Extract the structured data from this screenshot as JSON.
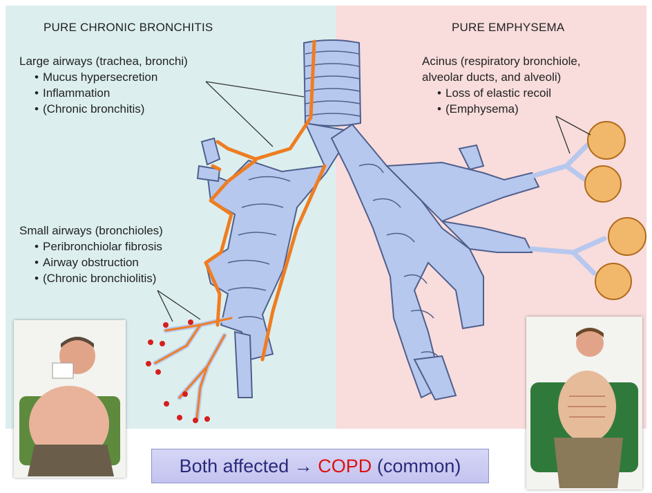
{
  "headings": {
    "left": "PURE CHRONIC BRONCHITIS",
    "right": "PURE EMPHYSEMA"
  },
  "large_airways": {
    "title": "Large airways (trachea, bronchi)",
    "items": [
      "Mucus hypersecretion",
      "Inflammation",
      "(Chronic bronchitis)"
    ]
  },
  "small_airways": {
    "title": "Small airways (bronchioles)",
    "items": [
      "Peribronchiolar fibrosis",
      "Airway obstruction",
      "(Chronic bronchiolitis)"
    ]
  },
  "acinus": {
    "title_line1": "Acinus (respiratory bronchiole,",
    "title_line2": "alveolar ducts, and alveoli)",
    "items": [
      "Loss of elastic recoil",
      "(Emphysema)"
    ]
  },
  "banner": {
    "prefix": "Both affected",
    "arrow": "→",
    "copd": "COPD",
    "suffix": "(common)"
  },
  "colors": {
    "left_background": "#dcefee",
    "right_background": "#f9dcdc",
    "airway_fill": "#b7c8ee",
    "airway_outline": "#4e5f8c",
    "mucus_orange": "#ef7d22",
    "alveoli_fill": "#f1b86b",
    "plug_red": "#d61e1e",
    "copd_red": "#dd1111"
  }
}
